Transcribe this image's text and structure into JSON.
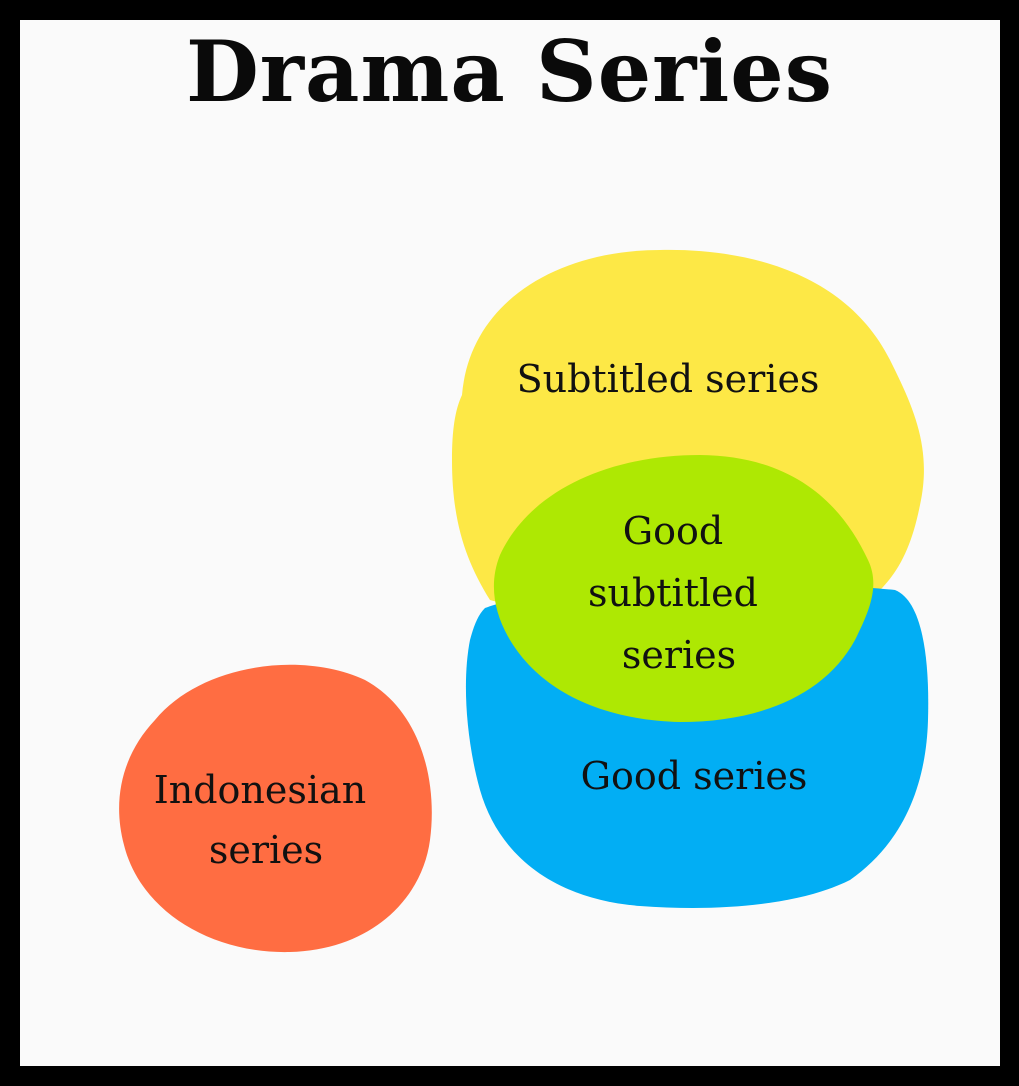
{
  "title": "Drama Series",
  "colors": {
    "frame": "#000000",
    "background": "#fafafa",
    "subtitled": "#fde846",
    "good": "#02aef4",
    "good_subtitled": "#aee803",
    "indonesian": "#ff6d42"
  },
  "sets": {
    "subtitled": {
      "label_lines": [
        "Subtitled series"
      ]
    },
    "good": {
      "label_lines": [
        "Good series"
      ]
    },
    "good_subtitled": {
      "label_lines": [
        "Good",
        "subtitled",
        "series"
      ]
    },
    "indonesian": {
      "label_lines": [
        "Indonesian",
        "series"
      ]
    }
  }
}
